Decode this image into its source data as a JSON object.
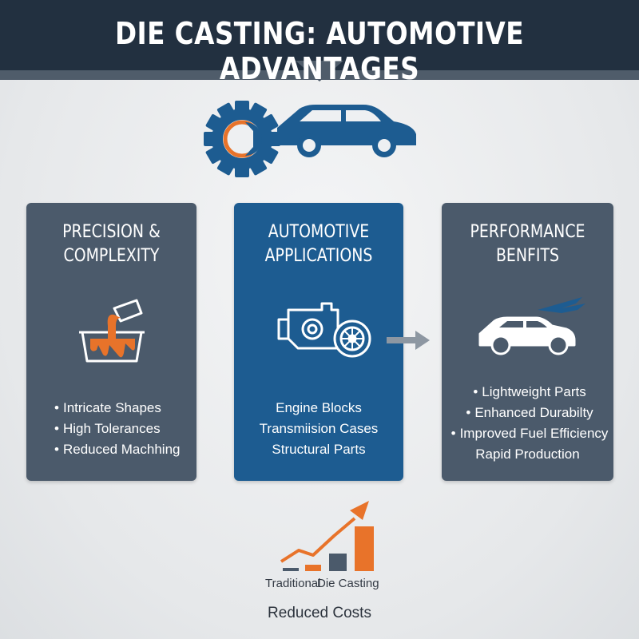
{
  "header": {
    "title": "DIE CASTING: AUTOMOTIVE ADVANTAGES"
  },
  "cards": [
    {
      "title_line1": "PRECISION &",
      "title_line2": "COMPLEXITY",
      "icon": "molten-metal-pour-icon",
      "items": [
        "Intricate Shapes",
        "High Tolerances",
        "Reduced Machhing"
      ]
    },
    {
      "title_line1": "AUTOMOTIVE",
      "title_line2": "APPLICATIONS",
      "icon": "engine-turbo-icon",
      "items": [
        "Engine Blocks",
        "Transmiision Cases",
        "Structural Parts"
      ]
    },
    {
      "title_line1": "PERFORMANCE",
      "title_line2": "BENFITS",
      "icon": "winged-car-icon",
      "items": [
        "Lightweight Parts",
        "Enhanced Durabilty",
        "Improved Fuel Efficiency",
        "Rapid Production"
      ]
    }
  ],
  "costs": {
    "label_traditional": "Traditional",
    "label_die_casting": "Die Casting",
    "caption": "Reduced Costs"
  },
  "colors": {
    "header": "#223040",
    "card_gray": "#4b5a6b",
    "card_blue": "#1d5c91",
    "accent_orange": "#e8732a",
    "icon_blue": "#1d5c91"
  }
}
